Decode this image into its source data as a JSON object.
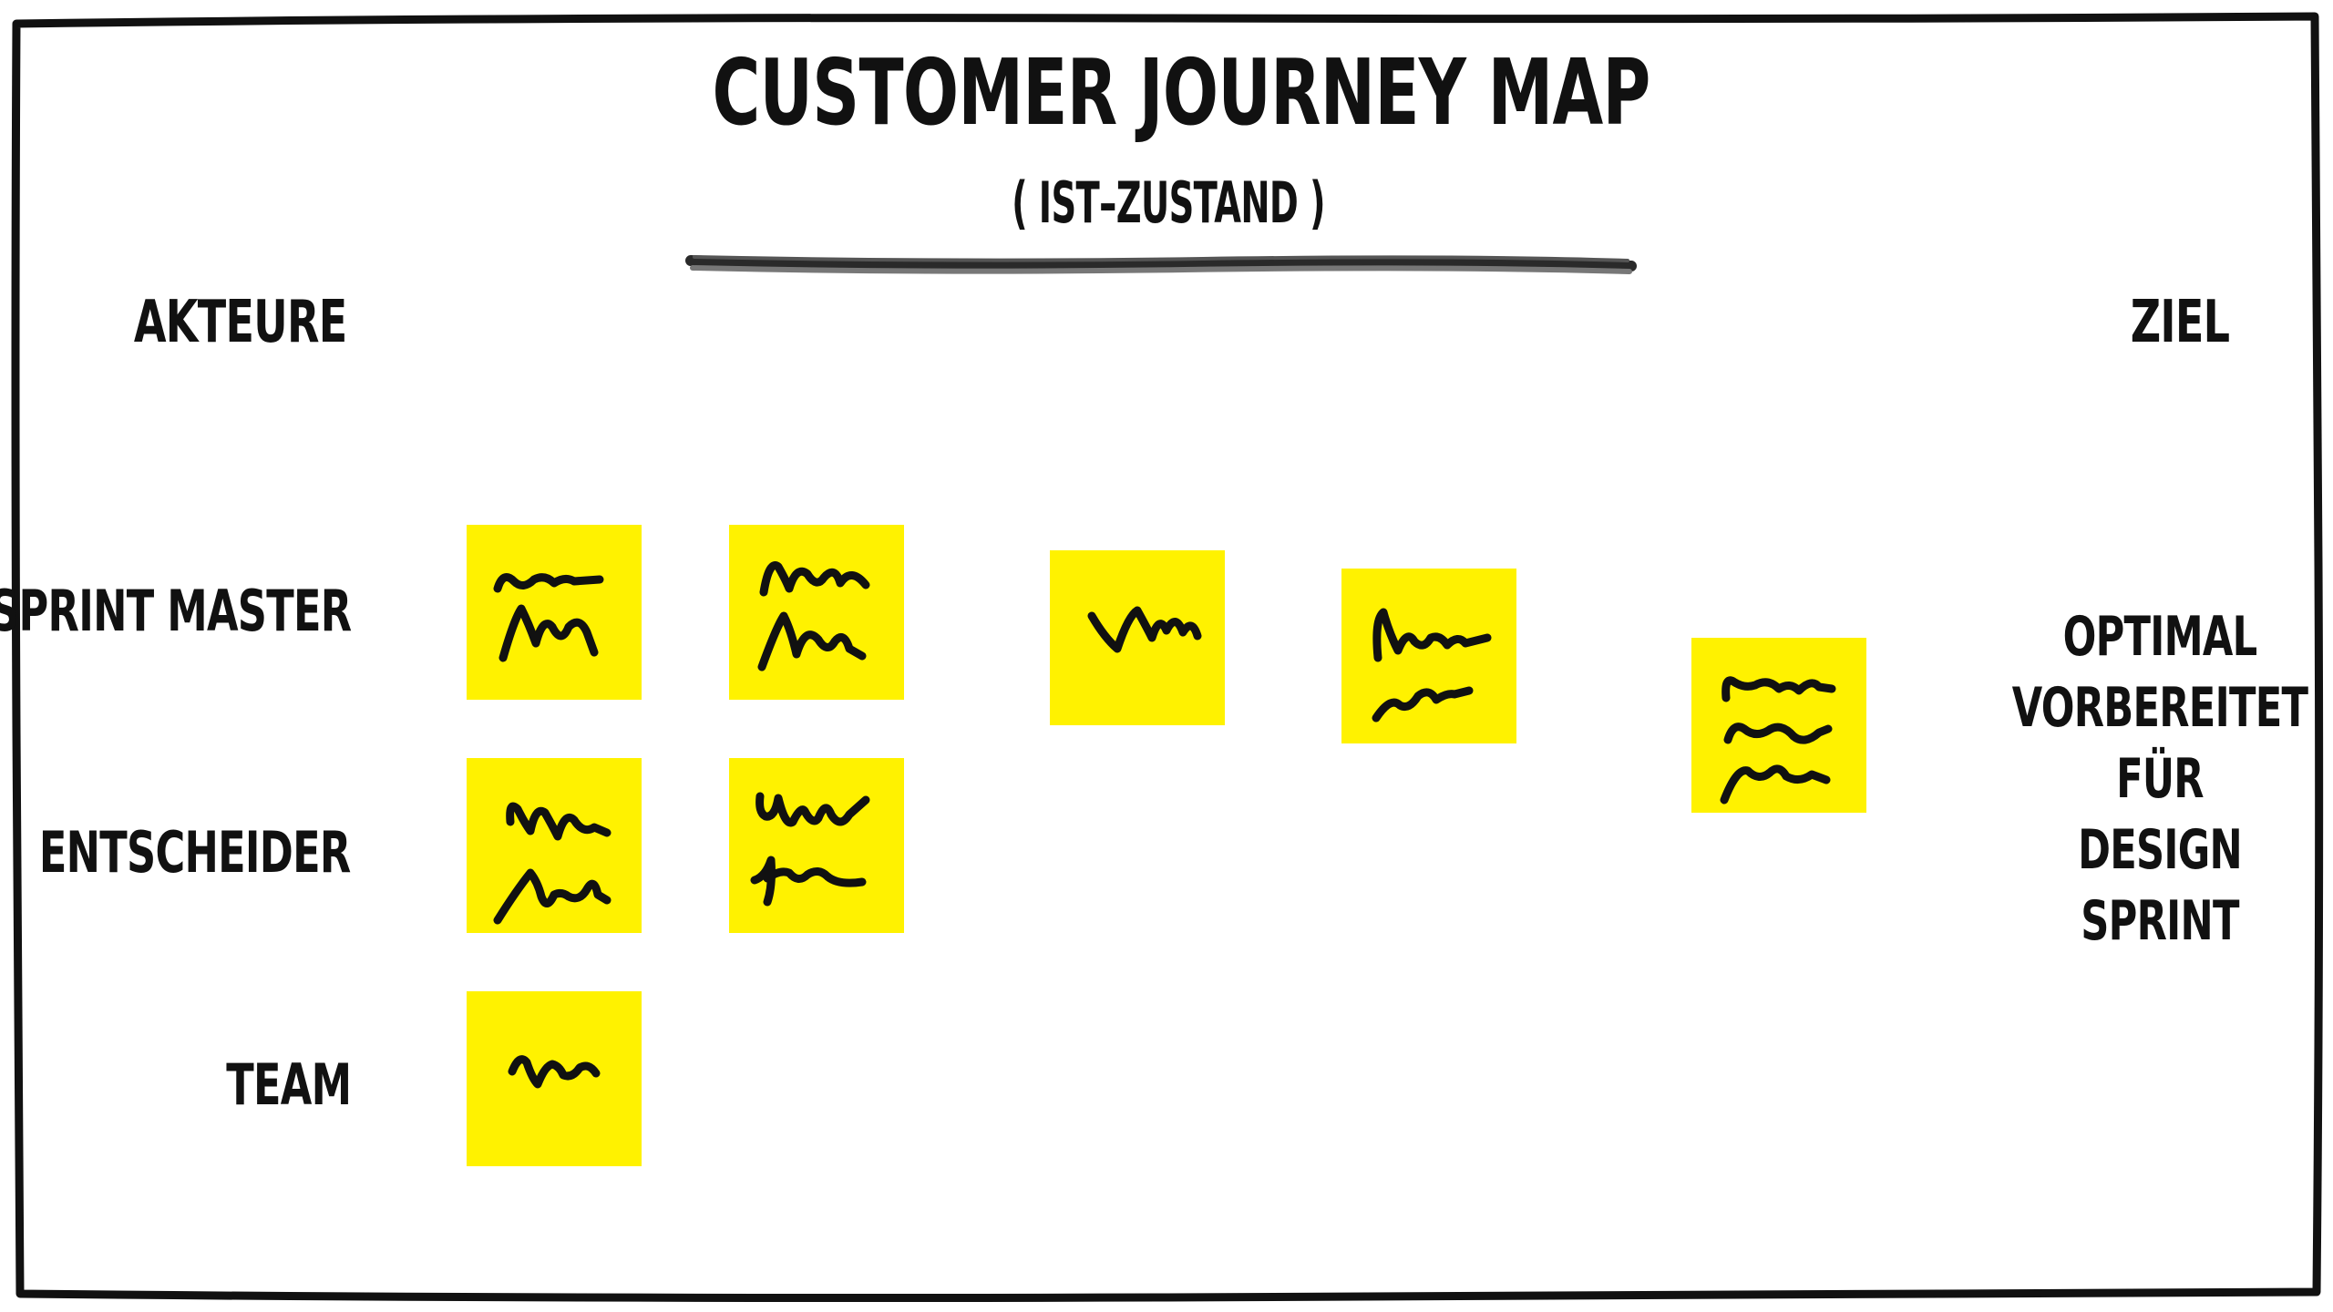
{
  "header": {
    "title": "Customer Journey Map",
    "subtitle": "( Ist–Zustand )"
  },
  "actors": {
    "heading": "Akteure",
    "rows": [
      "Sprint Master",
      "Entscheider",
      "Team"
    ]
  },
  "goal": {
    "heading": "Ziel",
    "lines": [
      "Optimal",
      "vorbereitet",
      "für",
      "Design Sprint"
    ]
  },
  "colors": {
    "sticky": "#fff200",
    "ink": "#111111",
    "background": "#ffffff"
  }
}
